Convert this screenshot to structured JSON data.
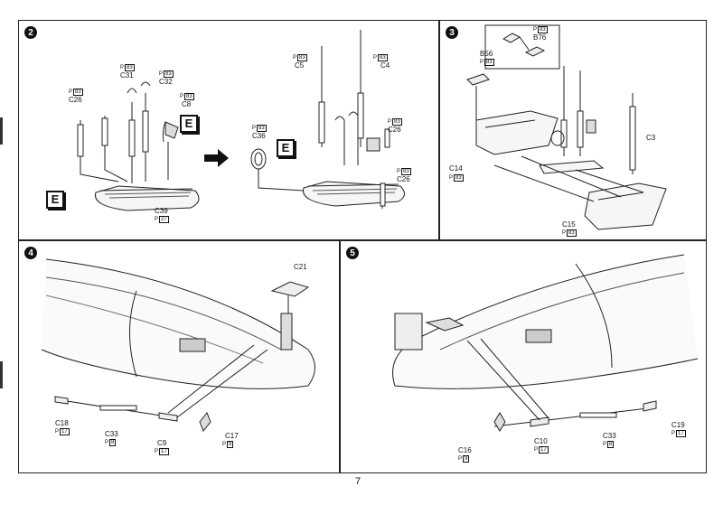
{
  "page_number": "7",
  "steps": [
    {
      "number": "2",
      "sprue_letter": "E",
      "labels": [
        {
          "part": "C31",
          "ref": "83"
        },
        {
          "part": "C32",
          "ref": "83"
        },
        {
          "part": "C26",
          "ref": "83"
        },
        {
          "part": "C8",
          "ref": "83"
        },
        {
          "part": "C39",
          "ref": "27"
        },
        {
          "part": "C5",
          "ref": "83"
        },
        {
          "part": "C4",
          "ref": "83"
        },
        {
          "part": "C36",
          "ref": "83"
        },
        {
          "part": "C26",
          "ref": "83"
        },
        {
          "part": "C26",
          "ref": "83"
        }
      ]
    },
    {
      "number": "3",
      "labels": [
        {
          "part": "B76",
          "ref": "83"
        },
        {
          "part": "B56",
          "ref": "83"
        },
        {
          "part": "C3",
          "ref": ""
        },
        {
          "part": "C14",
          "ref": "83"
        },
        {
          "part": "C15",
          "ref": "83"
        }
      ]
    },
    {
      "number": "4",
      "labels": [
        {
          "part": "C21",
          "ref": ""
        },
        {
          "part": "C18",
          "ref": "17"
        },
        {
          "part": "C33",
          "ref": "8"
        },
        {
          "part": "C9",
          "ref": "17"
        },
        {
          "part": "C17",
          "ref": "9"
        }
      ]
    },
    {
      "number": "5",
      "labels": [
        {
          "part": "C19",
          "ref": "17"
        },
        {
          "part": "C33",
          "ref": "8"
        },
        {
          "part": "C10",
          "ref": "17"
        },
        {
          "part": "C16",
          "ref": "9"
        }
      ]
    }
  ],
  "ref_prefix": "P"
}
